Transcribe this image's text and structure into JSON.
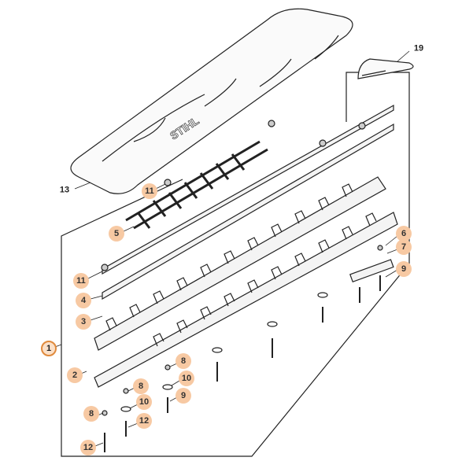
{
  "diagram": {
    "brand_logo": "STIHL",
    "callouts": [
      {
        "id": "19",
        "style": "plain"
      },
      {
        "id": "13",
        "style": "plain"
      },
      {
        "id": "11",
        "style": "highlight"
      },
      {
        "id": "5",
        "style": "highlight"
      },
      {
        "id": "11",
        "style": "highlight"
      },
      {
        "id": "4",
        "style": "highlight"
      },
      {
        "id": "3",
        "style": "highlight"
      },
      {
        "id": "1",
        "style": "ring"
      },
      {
        "id": "2",
        "style": "highlight"
      },
      {
        "id": "6",
        "style": "highlight"
      },
      {
        "id": "7",
        "style": "highlight"
      },
      {
        "id": "9",
        "style": "highlight"
      },
      {
        "id": "8",
        "style": "highlight"
      },
      {
        "id": "10",
        "style": "highlight"
      },
      {
        "id": "9",
        "style": "highlight"
      },
      {
        "id": "8",
        "style": "highlight"
      },
      {
        "id": "10",
        "style": "highlight"
      },
      {
        "id": "8",
        "style": "highlight"
      },
      {
        "id": "12",
        "style": "highlight"
      },
      {
        "id": "12",
        "style": "highlight"
      }
    ],
    "colors": {
      "highlight": "#f7c9a3",
      "ring": "#e08a3c",
      "line": "#222222"
    }
  }
}
